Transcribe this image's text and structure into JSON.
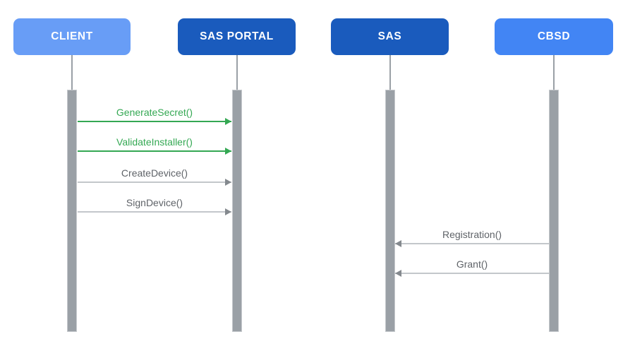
{
  "diagram": {
    "type": "sequence-diagram",
    "actors": [
      {
        "id": "client",
        "label": "CLIENT",
        "color": "#689DF6"
      },
      {
        "id": "sas-portal",
        "label": "SAS PORTAL",
        "color": "#1A5BBD"
      },
      {
        "id": "sas",
        "label": "SAS",
        "color": "#1A5BBD"
      },
      {
        "id": "cbsd",
        "label": "CBSD",
        "color": "#4285F4"
      }
    ],
    "messages": [
      {
        "label": "GenerateSecret()",
        "from": "CLIENT",
        "to": "SAS PORTAL",
        "direction": "right",
        "color": "#34A853"
      },
      {
        "label": "ValidateInstaller()",
        "from": "CLIENT",
        "to": "SAS PORTAL",
        "direction": "right",
        "color": "#34A853"
      },
      {
        "label": "CreateDevice()",
        "from": "CLIENT",
        "to": "SAS PORTAL",
        "direction": "right",
        "color": "#5F6368"
      },
      {
        "label": "SignDevice()",
        "from": "CLIENT",
        "to": "SAS PORTAL",
        "direction": "right",
        "color": "#5F6368"
      },
      {
        "label": "Registration()",
        "from": "CBSD",
        "to": "SAS",
        "direction": "left",
        "color": "#5F6368"
      },
      {
        "label": "Grant()",
        "from": "CBSD",
        "to": "SAS",
        "direction": "left",
        "color": "#5F6368"
      }
    ],
    "palette": {
      "light_blue": "#689DF6",
      "dark_blue": "#1A5BBD",
      "bright_blue": "#4285F4",
      "green": "#34A853",
      "gray_text": "#5F6368",
      "activation_bar": "#9AA0A6",
      "line_gray": "#C3C7CB",
      "background": "#FFFFFF"
    }
  }
}
